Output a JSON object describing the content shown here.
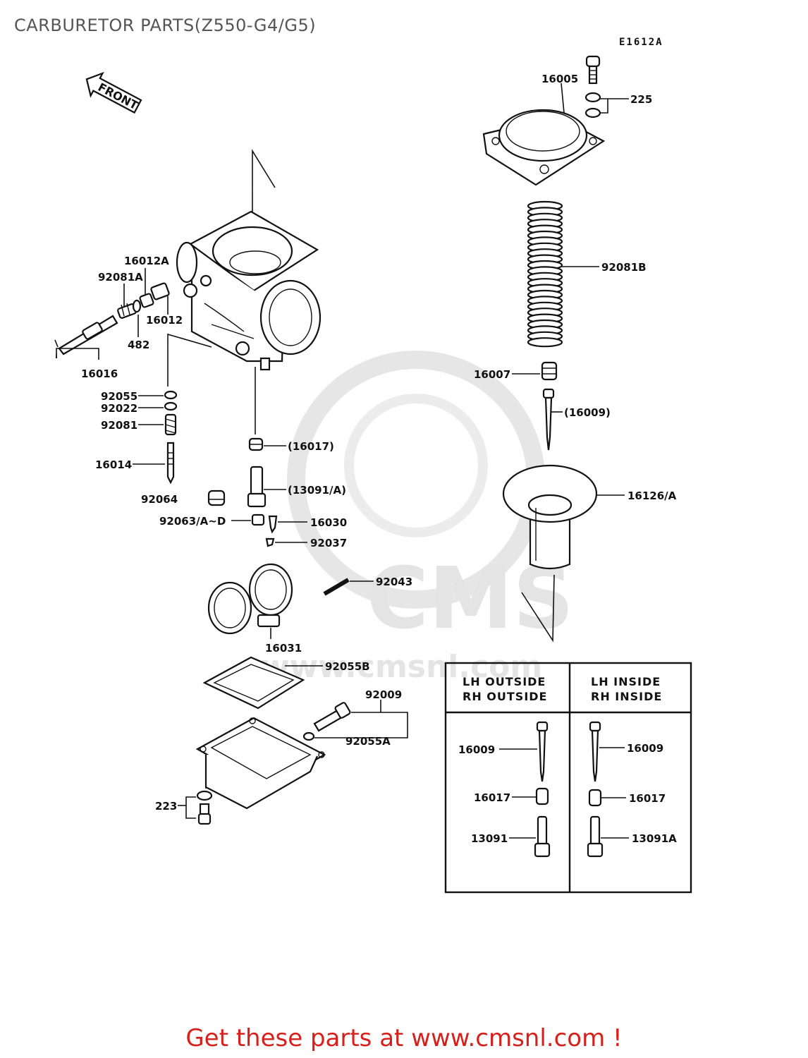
{
  "title": "CARBURETOR PARTS(Z550-G4/G5)",
  "diagram_code": "E1612A",
  "front_label": "FRONT",
  "watermark": {
    "logo": "CMS",
    "url": "www.cmsnl.com"
  },
  "parts": {
    "p16005": "16005",
    "p225": "225",
    "p92081B": "92081B",
    "p16007": "16007",
    "p16009_main": "(16009)",
    "p16126A": "16126/A",
    "p16012A": "16012A",
    "p92081A": "92081A",
    "p16012": "16012",
    "p482": "482",
    "p16016": "16016",
    "p92055": "92055",
    "p92022": "92022",
    "p92081": "92081",
    "p16014": "16014",
    "p16017_main": "(16017)",
    "p13091A_main": "(13091/A)",
    "p92064": "92064",
    "p92063": "92063/A~D",
    "p16030": "16030",
    "p92037": "92037",
    "p92043": "92043",
    "p16031": "16031",
    "p92055B": "92055B",
    "p92009": "92009",
    "p92055A": "92055A",
    "p223": "223"
  },
  "table": {
    "col1_line1": "LH OUTSIDE",
    "col1_line2": "RH OUTSIDE",
    "col2_line1": "LH  INSIDE",
    "col2_line2": "RH  INSIDE",
    "left": {
      "a": "16009",
      "b": "16017",
      "c": "13091"
    },
    "right": {
      "a": "16009",
      "b": "16017",
      "c": "13091A"
    }
  },
  "footer": "Get these parts at www.cmsnl.com !"
}
